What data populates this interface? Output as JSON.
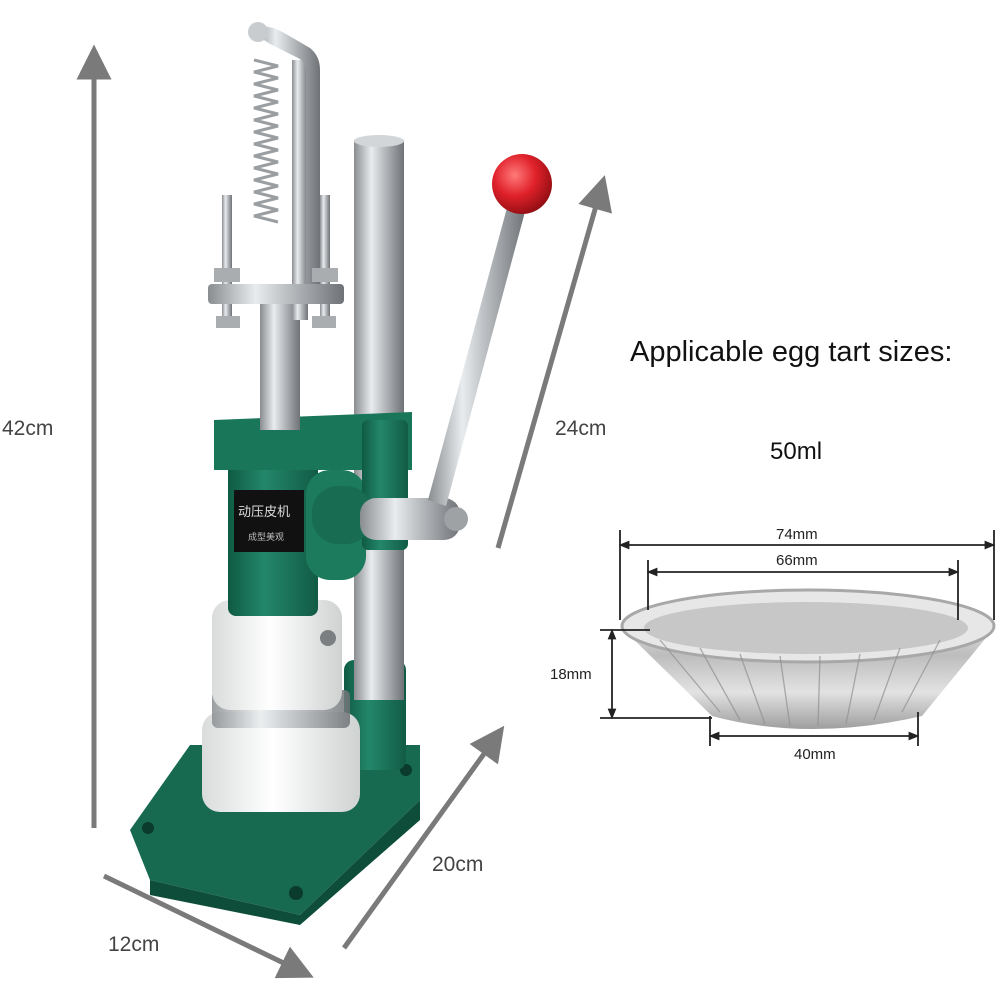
{
  "machine": {
    "height_label": "42cm",
    "handle_label": "24cm",
    "depth_label": "20cm",
    "width_label": "12cm",
    "plate_text_1": "动压皮机",
    "plate_text_2": "成型美观",
    "body_color": "#1f7a5c",
    "knob_color": "#e0212a"
  },
  "info": {
    "headline": "Applicable egg tart sizes:",
    "volume": "50ml"
  },
  "tart": {
    "top_outer": "74mm",
    "top_inner": "66mm",
    "height": "18mm",
    "bottom": "40mm"
  }
}
